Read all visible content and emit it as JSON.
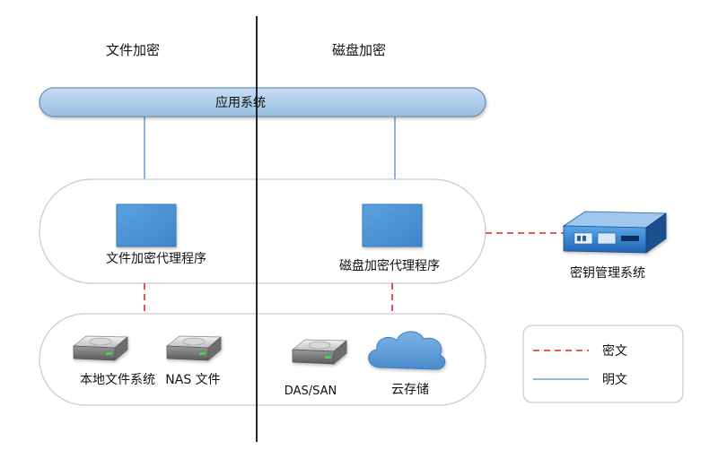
{
  "sections": {
    "left_title": "文件加密",
    "right_title": "磁盘加密"
  },
  "app_system": {
    "label": "应用系统"
  },
  "agents": {
    "file_agent_label": "文件加密代理程序",
    "disk_agent_label": "磁盘加密代理程序"
  },
  "key_mgmt": {
    "label": "密钥管理系统"
  },
  "storage": {
    "local_fs": "本地文件系统",
    "nas": "NAS 文件",
    "das_san": "DAS/SAN",
    "cloud": "云存储"
  },
  "legend": {
    "cipher_label": "密文",
    "plain_label": "明文"
  },
  "colors": {
    "bar_fill": "#a9c9e8",
    "bar_stroke": "#6f8fae",
    "agent_box": "#4f97d6",
    "plain_line": "#4d8fcb",
    "cipher_line": "#e0252a",
    "rounded_border": "#c9c9c9",
    "divider": "#111111",
    "cloud": "#5b9bd5"
  }
}
